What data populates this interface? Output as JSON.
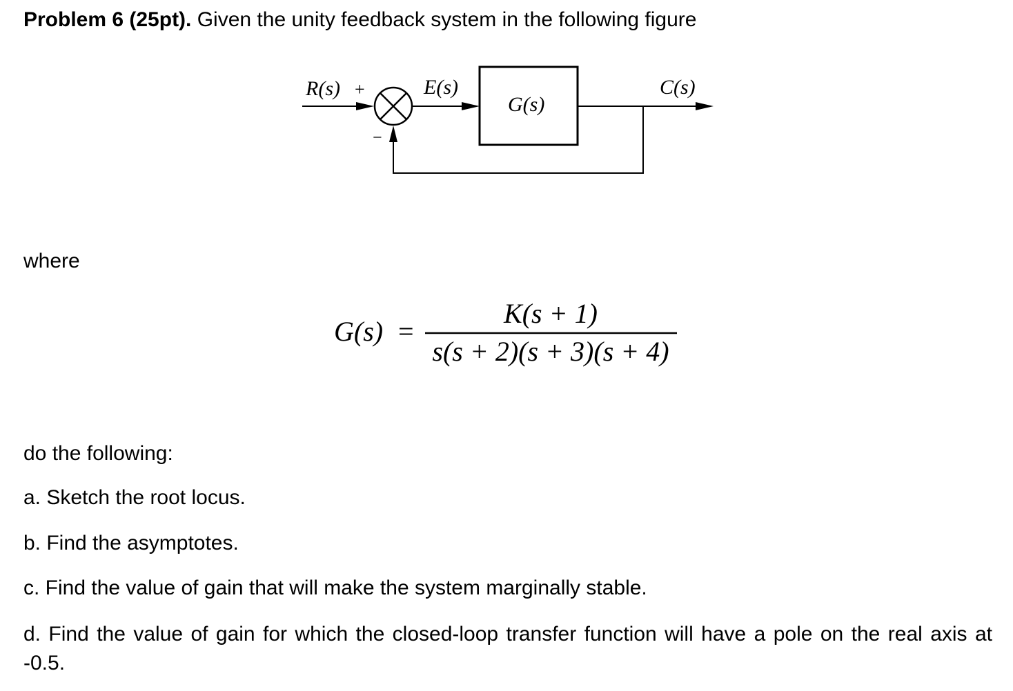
{
  "problem": {
    "heading": "Problem 6 (25pt).",
    "intro": " Given the unity feedback system in the following figure"
  },
  "diagram": {
    "input_label": "R(s)",
    "plus_sign": "+",
    "minus_sign": "−",
    "error_label": "E(s)",
    "block_label": "G(s)",
    "output_label": "C(s)"
  },
  "where_text": "where",
  "equation": {
    "lhs": "G(s)",
    "equals": "=",
    "numerator": "K(s + 1)",
    "denominator": "s(s + 2)(s + 3)(s + 4)"
  },
  "instructions": {
    "lead": "do the following:",
    "items": [
      "a. Sketch the root locus.",
      "b. Find the asymptotes.",
      "c. Find the value of gain that will make the system marginally stable.",
      "d. Find the value of gain for which the closed-loop transfer function will have a pole on the real axis at -0.5."
    ]
  }
}
